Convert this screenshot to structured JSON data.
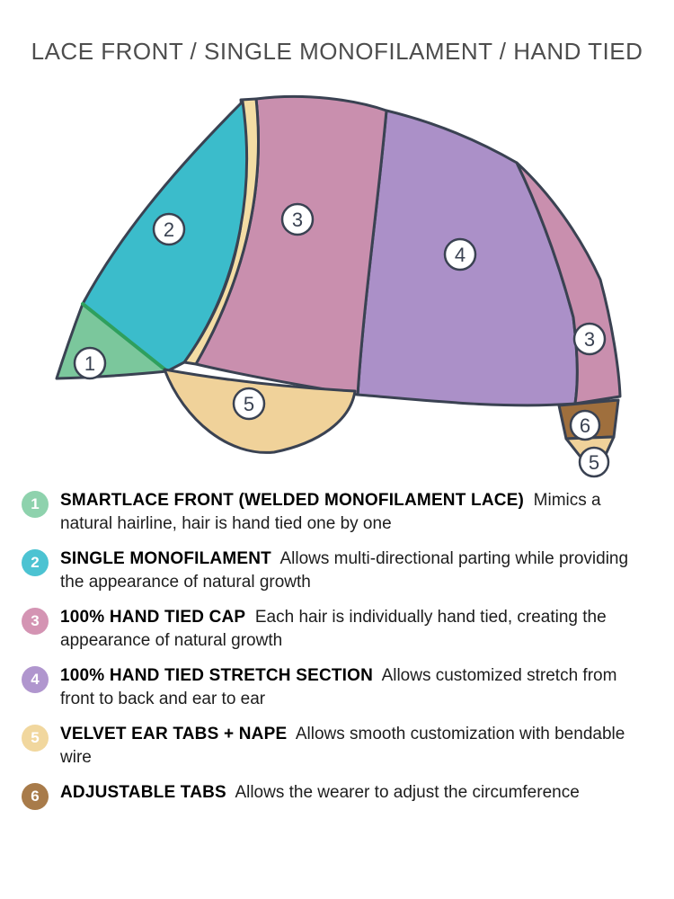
{
  "title": "LACE FRONT / SINGLE MONOFILAMENT / HAND TIED",
  "diagram": {
    "callouts": [
      "1",
      "2",
      "3",
      "4",
      "3",
      "5",
      "6",
      "5"
    ],
    "colors": {
      "outline": "#3a4252",
      "green": "#7bc79c",
      "green_line": "#2f9f5d",
      "cyan": "#3bbccb",
      "cream": "#f3dda4",
      "pink": "#c98fae",
      "purple": "#ab90c8",
      "tan": "#f0d29a",
      "brown": "#9f6f3d"
    }
  },
  "legend": [
    {
      "num": "1",
      "color": "#8ed2ad",
      "label": "SMARTLACE FRONT (WELDED MONOFILAMENT LACE)",
      "desc": "Mimics a natural hairline, hair is hand tied one by one"
    },
    {
      "num": "2",
      "color": "#4cc3d2",
      "label": "SINGLE MONOFILAMENT",
      "desc": "Allows multi-directional parting while providing the appearance of natural growth"
    },
    {
      "num": "3",
      "color": "#d494b3",
      "label": "100% HAND TIED CAP",
      "desc": "Each hair is individually hand tied, creating the appearance of natural growth"
    },
    {
      "num": "4",
      "color": "#b096ce",
      "label": "100% HAND TIED STRETCH SECTION",
      "desc": "Allows customized stretch from front to back and ear to ear"
    },
    {
      "num": "5",
      "color": "#f1d79e",
      "label": "VELVET EAR TABS + NAPE",
      "desc": "Allows smooth customization with bendable wire"
    },
    {
      "num": "6",
      "color": "#a87b4a",
      "label": "ADJUSTABLE TABS",
      "desc": "Allows the wearer to adjust the circumference"
    }
  ]
}
